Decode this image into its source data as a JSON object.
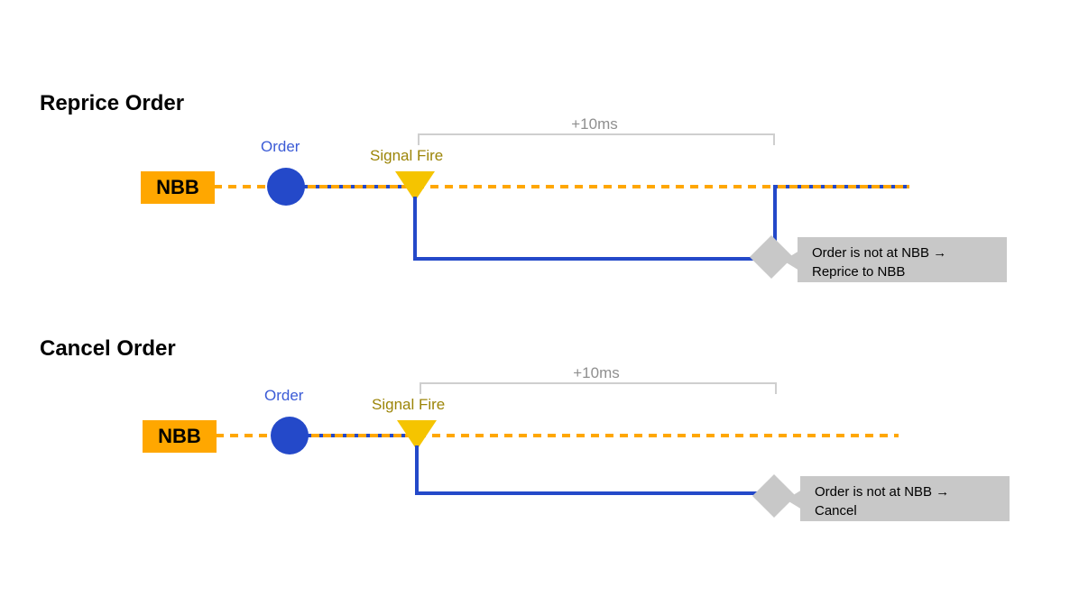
{
  "diagrams": [
    {
      "title": "Reprice Order",
      "nbb_label": "NBB",
      "order_label": "Order",
      "signal_label": "Signal Fire",
      "timing_label": "+10ms",
      "callout": "Order is not at NBB →\nReprice to NBB",
      "outcome": "reprice",
      "returns_to_nbb": true
    },
    {
      "title": "Cancel Order",
      "nbb_label": "NBB",
      "order_label": "Order",
      "signal_label": "Signal Fire",
      "timing_label": "+10ms",
      "callout": "Order is not at NBB →\nCancel",
      "outcome": "cancel",
      "returns_to_nbb": false
    }
  ],
  "colors": {
    "nbb_orange": "#ffa700",
    "order_blue": "#2449c9",
    "signal_gold": "#f5c400",
    "signal_label_gold": "#9c8508",
    "order_label_blue": "#3b5bd6",
    "callout_gray": "#c8c8c8",
    "bracket_gray": "#cfcfcf",
    "title_black": "#000000"
  },
  "icons": {
    "signal_marker": "triangle-down-icon",
    "decision_node": "diamond-icon",
    "order_node": "circle-icon",
    "arrow": "arrow-right-glyph"
  }
}
